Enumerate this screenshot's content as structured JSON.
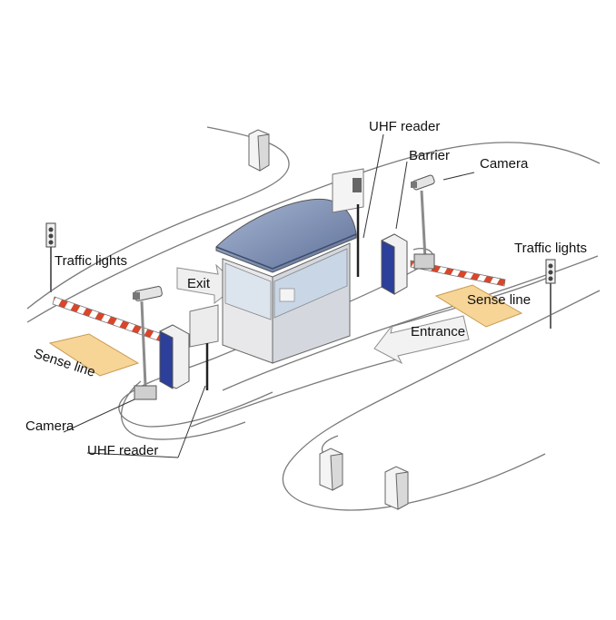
{
  "labels": {
    "uhf_reader_top": "UHF reader",
    "barrier": "Barrier",
    "camera_right": "Camera",
    "traffic_lights_left": "Traffic lights",
    "traffic_lights_right": "Traffic lights",
    "exit": "Exit",
    "sense_line_right": "Sense line",
    "entrance": "Entrance",
    "sense_line_left": "Sense line",
    "camera_left": "Camera",
    "uhf_reader_bottom": "UHF reader"
  },
  "colors": {
    "line": "#6f6f6f",
    "sense_pad": "#f6d597",
    "barrier_red": "#d9462a",
    "booth_roof": "#7f92b8",
    "booth_glass": "#dce4ee",
    "cabinet_blue": "#2c3f9a"
  },
  "icons": [
    "camera-icon",
    "traffic-light-icon",
    "uhf-reader-icon",
    "barrier-gate-icon",
    "bollard-icon",
    "guard-booth-icon"
  ]
}
